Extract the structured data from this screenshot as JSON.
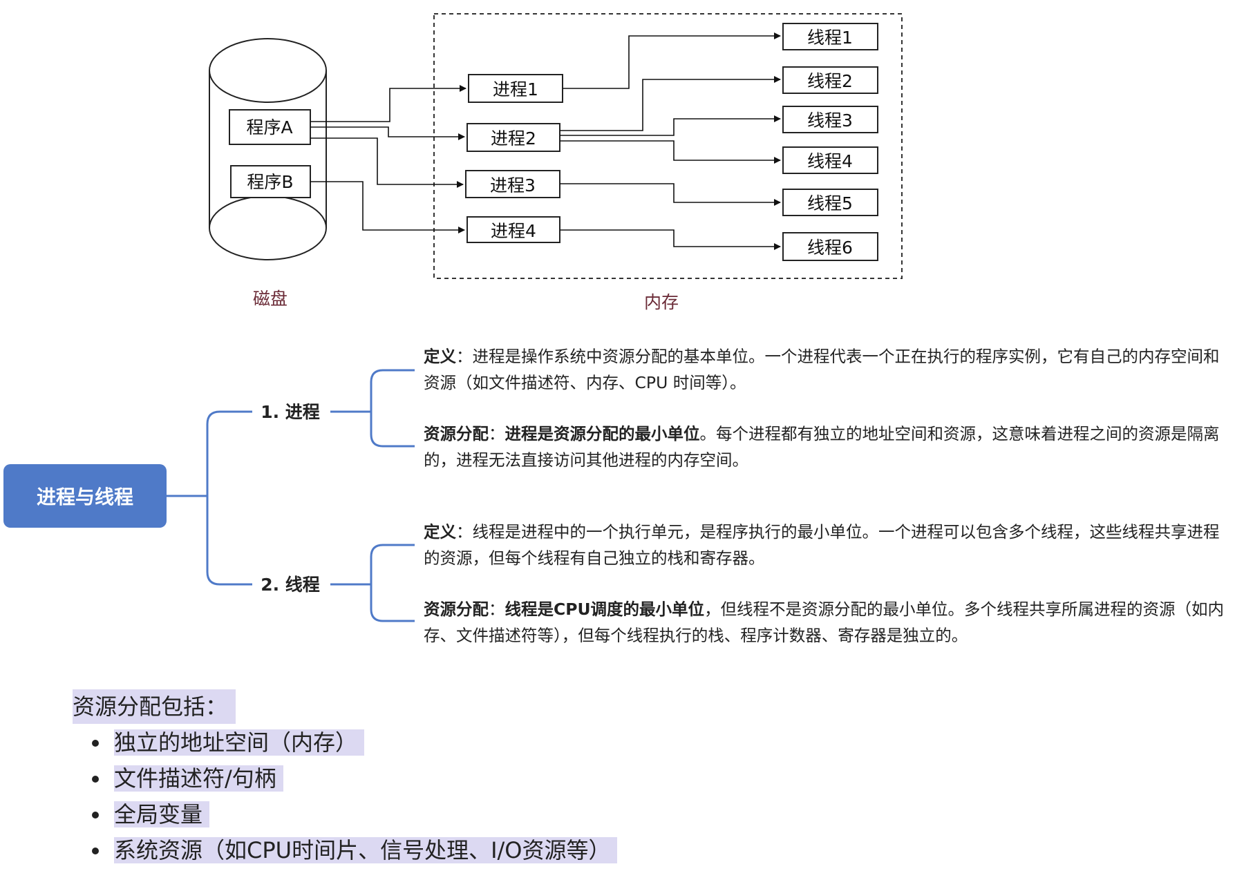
{
  "diagram": {
    "disk_label": "磁盘",
    "memory_label": "内存",
    "programs": [
      "程序A",
      "程序B"
    ],
    "processes": [
      "进程1",
      "进程2",
      "进程3",
      "进程4"
    ],
    "threads": [
      "线程1",
      "线程2",
      "线程3",
      "线程4",
      "线程5",
      "线程6"
    ]
  },
  "mindmap": {
    "root": "进程与线程",
    "branches": [
      {
        "label": "1. 进程",
        "definition": {
          "label": "定义",
          "text": "：进程是操作系统中资源分配的基本单位。一个进程代表一个正在执行的程序实例，它有自己的内存空间和资源（如文件描述符、内存、CPU 时间等）。"
        },
        "allocation": {
          "label": "资源分配",
          "sep": "：",
          "bold": "进程是资源分配的最小单位",
          "text": "。每个进程都有独立的地址空间和资源，这意味着进程之间的资源是隔离的，进程无法直接访问其他进程的内存空间。"
        }
      },
      {
        "label": "2. 线程",
        "definition": {
          "label": "定义",
          "text": "：线程是进程中的一个执行单元，是程序执行的最小单位。一个进程可以包含多个线程，这些线程共享进程的资源，但每个线程有自己独立的栈和寄存器。"
        },
        "allocation": {
          "label": "资源分配",
          "sep": "：",
          "bold": "线程是CPU调度的最小单位",
          "text": "，但线程不是资源分配的最小单位。多个线程共享所属进程的资源（如内存、文件描述符等），但每个线程执行的栈、程序计数器、寄存器是独立的。"
        }
      }
    ]
  },
  "resources": {
    "title": "资源分配包括：",
    "items": [
      "独立的地址空间（内存）",
      "文件描述符/句柄",
      "全局变量",
      "系统资源（如CPU时间片、信号处理、I/O资源等）"
    ]
  }
}
